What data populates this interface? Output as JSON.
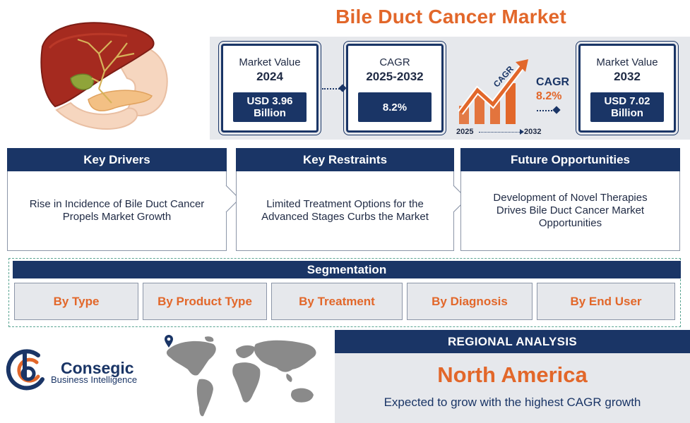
{
  "title": "Bile Duct Cancer Market",
  "market": {
    "value_2024": {
      "caption": "Market Value",
      "year": "2024",
      "value": "USD 3.96 Billion"
    },
    "cagr": {
      "caption": "CAGR",
      "period": "2025-2032",
      "value": "8.2%"
    },
    "growth_graphic": {
      "arrow_label": "CAGR",
      "side_label": "CAGR",
      "side_value": "8.2%",
      "start_year": "2025",
      "end_year": "2032"
    },
    "value_2032": {
      "caption": "Market Value",
      "year": "2032",
      "value": "USD 7.02 Billion"
    }
  },
  "columns": [
    {
      "heading": "Key Drivers",
      "body": "Rise in Incidence of Bile Duct Cancer Propels Market Growth"
    },
    {
      "heading": "Key Restraints",
      "body": "Limited Treatment Options for the Advanced Stages Curbs the Market"
    },
    {
      "heading": "Future Opportunities",
      "body": "Development of Novel Therapies Drives Bile Duct Cancer Market Opportunities"
    }
  ],
  "segmentation": {
    "heading": "Segmentation",
    "items": [
      "By Type",
      "By Product Type",
      "By Treatment",
      "By Diagnosis",
      "By End User"
    ]
  },
  "regional": {
    "heading": "REGIONAL ANALYSIS",
    "region": "North America",
    "note": "Expected to grow with the highest CAGR growth"
  },
  "logo": {
    "name": "Consegic",
    "tagline": "Business Intelligence"
  },
  "icons": {
    "illustration": "liver-gallbladder-illustration",
    "map": "world-map-icon",
    "pin": "map-pin-icon",
    "growth": "growth-bar-chart-icon",
    "logo_mark": "consegic-logo-mark"
  },
  "colors": {
    "navy": "#1a3566",
    "orange": "#e2672a",
    "panel_gray": "#e6e8ec",
    "border_green": "#5aa592"
  }
}
